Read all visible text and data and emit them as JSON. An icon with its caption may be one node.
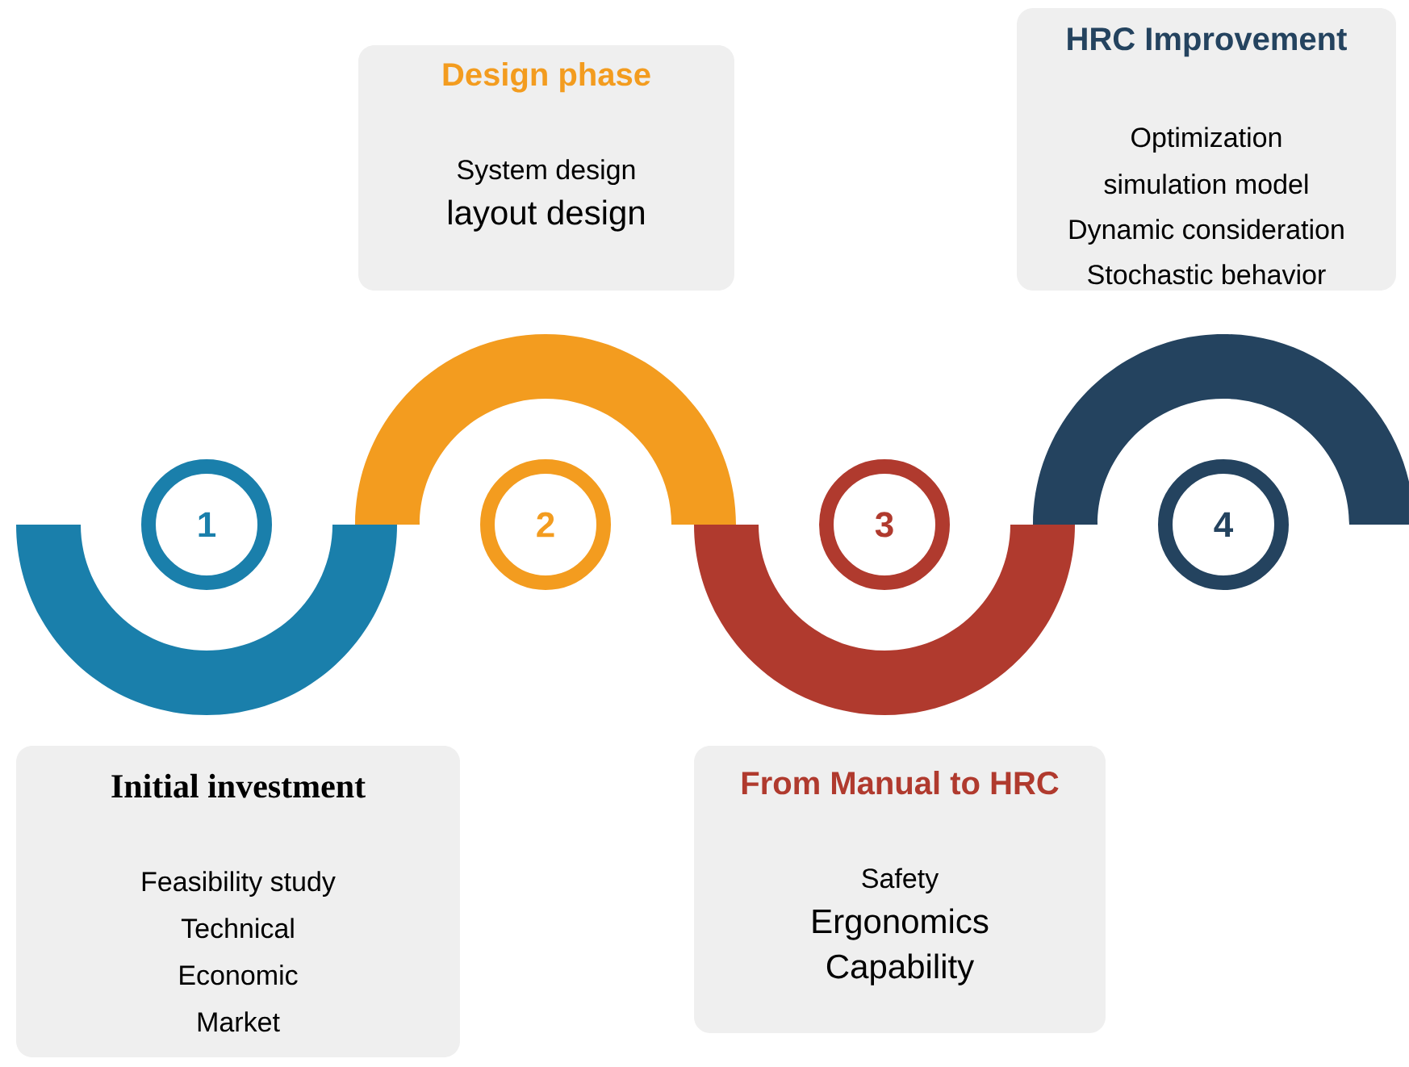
{
  "diagram": {
    "nodes": [
      {
        "text": [
          "1"
        ]
      },
      {
        "text": [
          "Initial investment",
          "Feasibility study",
          "Technical",
          "Economic",
          "Market"
        ]
      },
      {
        "text": [
          "2"
        ]
      },
      {
        "text": [
          "Design phase",
          "System design",
          "layout design"
        ]
      },
      {
        "text": [
          "3"
        ]
      },
      {
        "text": [
          "From Manual to HRC",
          "Safety",
          "Ergonomics",
          "Capability"
        ]
      },
      {
        "text": [
          "4"
        ]
      },
      {
        "text": [
          "HRC Improvement",
          "Optimization",
          "simulation model",
          "Dynamic consideration",
          "Stochastic behavior"
        ]
      }
    ]
  }
}
